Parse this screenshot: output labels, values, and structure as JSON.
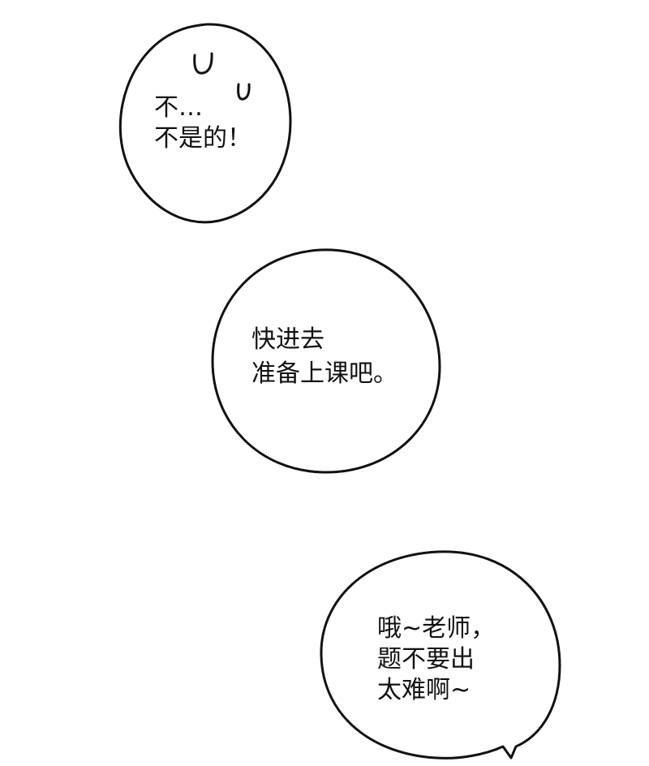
{
  "panel": {
    "bubbles": [
      {
        "id": "bubble-1",
        "lines": [
          "不…",
          "不是的！"
        ]
      },
      {
        "id": "bubble-2",
        "lines": [
          "快进去",
          "准备上课吧。"
        ]
      },
      {
        "id": "bubble-3",
        "lines": [
          "哦~老师，",
          "题不要出",
          "太难啊~"
        ]
      }
    ]
  },
  "colors": {
    "background": "#ffffff",
    "ink": "#111111"
  }
}
